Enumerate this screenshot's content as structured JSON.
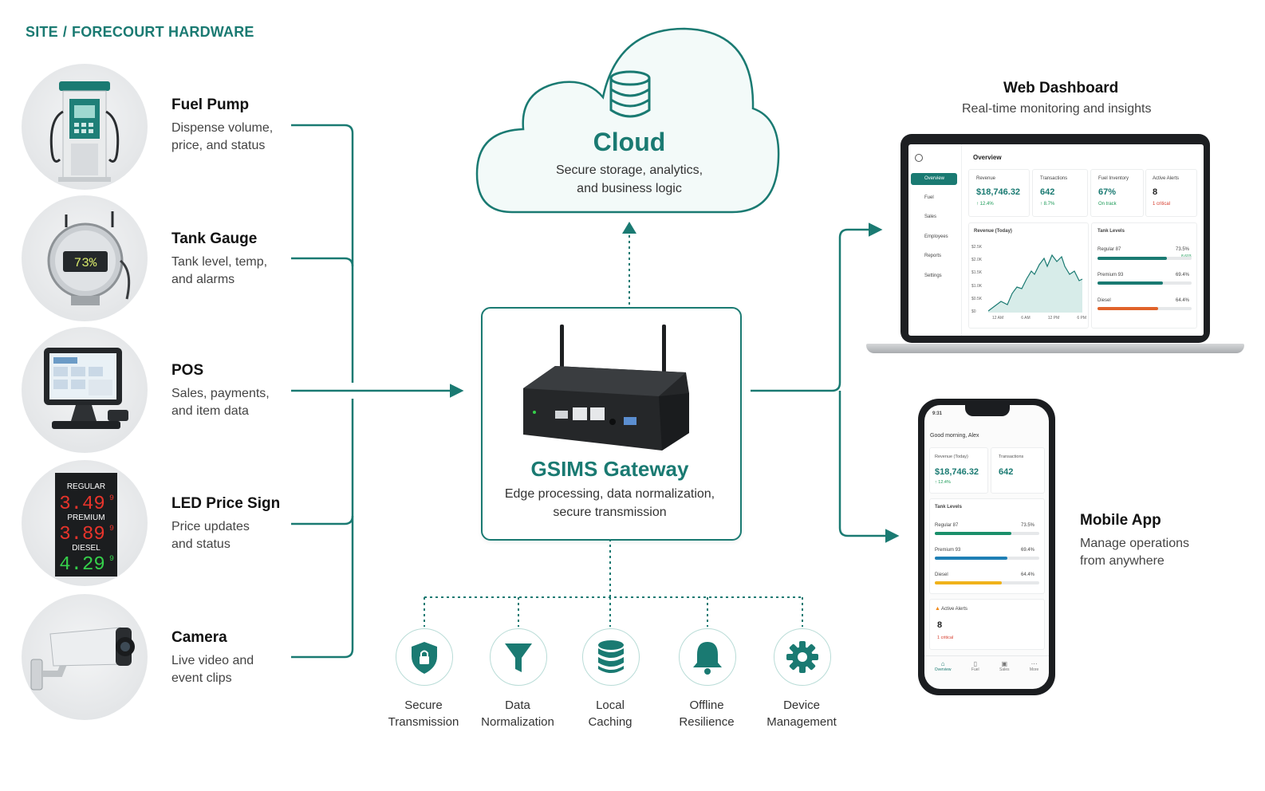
{
  "breadcrumb": {
    "part1": "SITE",
    "separator": "/",
    "part2": "FORECOURT HARDWARE"
  },
  "devices": [
    {
      "icon": "fuel-pump-icon",
      "title": "Fuel Pump",
      "desc_line1": "Dispense volume,",
      "desc_line2": "price, and status"
    },
    {
      "icon": "tank-gauge-icon",
      "title": "Tank Gauge",
      "desc_line1": "Tank level, temp,",
      "desc_line2": "and alarms",
      "display": "73%"
    },
    {
      "icon": "pos-terminal-icon",
      "title": "POS",
      "desc_line1": "Sales, payments,",
      "desc_line2": "and item data"
    },
    {
      "icon": "led-price-sign-icon",
      "title": "LED Price Sign",
      "desc_line1": "Price updates",
      "desc_line2": "and status",
      "sign": [
        {
          "label": "REGULAR",
          "price": "3.49",
          "sup": "9"
        },
        {
          "label": "PREMIUM",
          "price": "3.89",
          "sup": "9"
        },
        {
          "label": "DIESEL",
          "price": "4.29",
          "sup": "9"
        }
      ]
    },
    {
      "icon": "security-camera-icon",
      "title": "Camera",
      "desc_line1": "Live video and",
      "desc_line2": "event clips"
    }
  ],
  "cloud": {
    "icon": "database-icon",
    "title": "Cloud",
    "desc_line1": "Secure storage, analytics,",
    "desc_line2": "and business logic"
  },
  "gateway": {
    "title": "GSIMS Gateway",
    "desc_line1": "Edge processing, data normalization,",
    "desc_line2": "secure transmission"
  },
  "features": [
    {
      "icon": "shield-lock-icon",
      "line1": "Secure",
      "line2": "Transmission"
    },
    {
      "icon": "funnel-icon",
      "line1": "Data",
      "line2": "Normalization"
    },
    {
      "icon": "database-icon",
      "line1": "Local",
      "line2": "Caching"
    },
    {
      "icon": "bell-icon",
      "line1": "Offline",
      "line2": "Resilience"
    },
    {
      "icon": "gear-icon",
      "line1": "Device",
      "line2": "Management"
    }
  ],
  "web_dashboard": {
    "title": "Web Dashboard",
    "desc": "Real-time monitoring and insights",
    "screen": {
      "heading": "Overview",
      "nav": [
        "Overview",
        "Fuel",
        "Sales",
        "Employees",
        "Reports",
        "Settings"
      ],
      "kpis": [
        {
          "label": "Revenue",
          "value": "$18,746.32",
          "sub": "↑ 12.4%",
          "tone": "pos"
        },
        {
          "label": "Transactions",
          "value": "642",
          "sub": "↑ 8.7%",
          "tone": "pos"
        },
        {
          "label": "Fuel Inventory",
          "value": "67%",
          "sub": "On track",
          "tone": "pos"
        },
        {
          "label": "Active Alerts",
          "value": "8",
          "sub": "1 critical",
          "tone": "neg"
        }
      ],
      "revenue_chart_title": "Revenue (Today)",
      "y_ticks": [
        "$2.5K",
        "$2.0K",
        "$1.5K",
        "$1.0K",
        "$0.5K",
        "$0"
      ],
      "x_ticks": [
        "12 AM",
        "6 AM",
        "12 PM",
        "6 PM"
      ],
      "tank_title": "Tank Levels",
      "tanks": [
        {
          "name": "Regular 87",
          "pct": "73.5%",
          "level": 0.735,
          "color": "#1a7a72",
          "note": "8,603"
        },
        {
          "name": "Premium 93",
          "pct": "69.4%",
          "level": 0.694,
          "color": "#1a7a72"
        },
        {
          "name": "Diesel",
          "pct": "64.4%",
          "level": 0.644,
          "color": "#e0622a"
        }
      ]
    }
  },
  "mobile_app": {
    "title": "Mobile App",
    "desc_line1": "Manage operations",
    "desc_line2": "from anywhere",
    "screen": {
      "time": "9:31",
      "greeting": "Good morning, Alex",
      "revenue_label": "Revenue (Today)",
      "revenue_value": "$18,746.32",
      "revenue_sub": "↑ 12.4%",
      "tx_label": "Transactions",
      "tx_value": "642",
      "tank_title": "Tank Levels",
      "tanks": [
        {
          "name": "Regular 87",
          "pct": "73.5%",
          "level": 0.735,
          "color": "#1a8f6a"
        },
        {
          "name": "Premium 93",
          "pct": "69.4%",
          "level": 0.694,
          "color": "#1f7fb5"
        },
        {
          "name": "Diesel",
          "pct": "64.4%",
          "level": 0.644,
          "color": "#f0b21a"
        }
      ],
      "alerts_title": "Active Alerts",
      "alerts_value": "8",
      "alerts_sub": "1 critical",
      "tabs": [
        "Overview",
        "Fuel",
        "Sales",
        "More"
      ]
    }
  },
  "colors": {
    "teal": "#1a7a72",
    "teal_light": "#b9dcd7"
  }
}
